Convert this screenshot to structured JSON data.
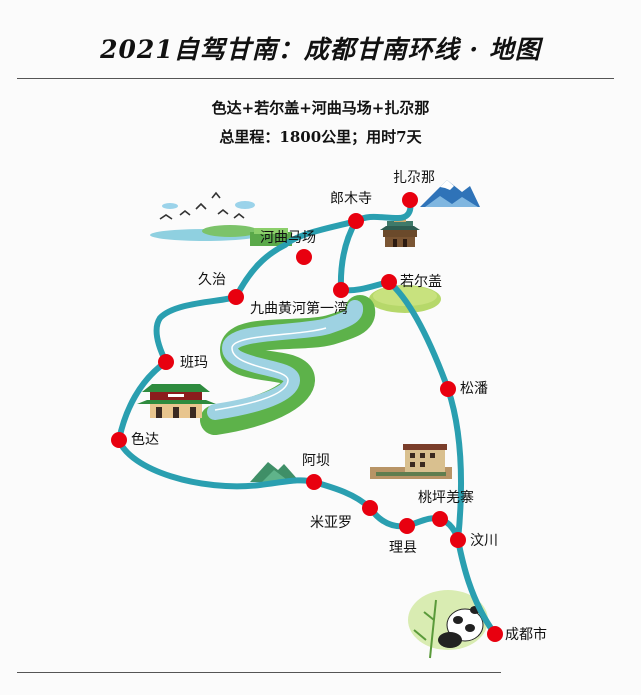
{
  "header": {
    "title": "2021自驾甘南：成都甘南环线 · 地图",
    "subtitle_route": "色达+若尔盖+河曲马场+扎尕那",
    "subtitle_summary": "总里程：1800公里；用时7天"
  },
  "colors": {
    "route": "#2a9fb0",
    "stop": "#e8000f",
    "text": "#111111",
    "background": "#fbfbfb"
  },
  "stops": [
    {
      "name": "扎尕那"
    },
    {
      "name": "郎木寺"
    },
    {
      "name": "河曲马场"
    },
    {
      "name": "若尔盖"
    },
    {
      "name": "九曲黄河第一湾"
    },
    {
      "name": "久治"
    },
    {
      "name": "班玛"
    },
    {
      "name": "色达"
    },
    {
      "name": "阿坝"
    },
    {
      "name": "米亚罗"
    },
    {
      "name": "理县"
    },
    {
      "name": "桃坪羌寨"
    },
    {
      "name": "汶川"
    },
    {
      "name": "松潘"
    },
    {
      "name": "成都市"
    }
  ],
  "illustrations": [
    "snow-mountain-icon",
    "temple-icon",
    "grassland-birds-icon",
    "grassland-oval-icon",
    "yellow-river-bend-icon",
    "monastery-icon",
    "green-mountain-icon",
    "qiang-village-icon",
    "panda-bamboo-icon"
  ]
}
